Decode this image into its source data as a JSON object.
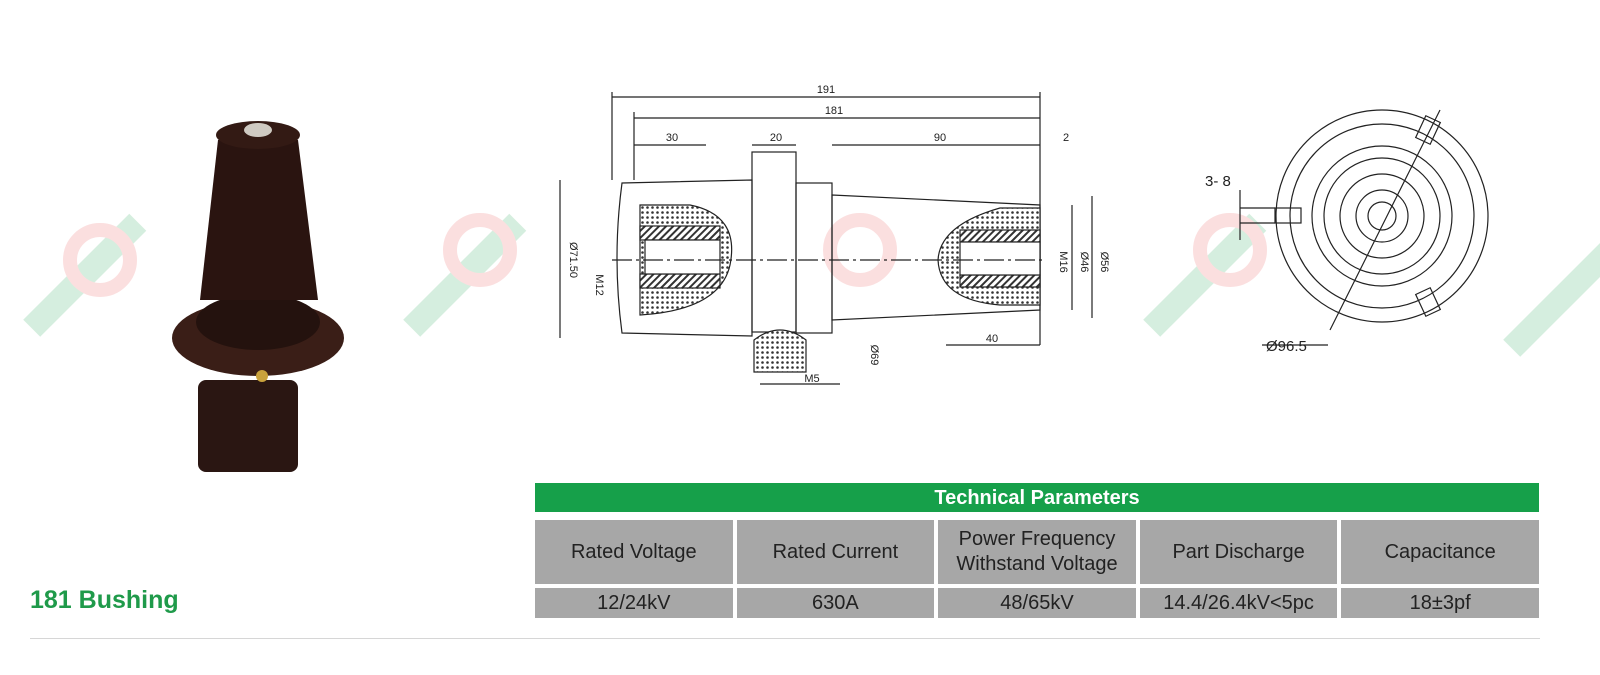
{
  "product": {
    "title": "181 Bushing"
  },
  "drawing": {
    "dimensions": {
      "overall_length": "191",
      "body_length": "181",
      "left_depth": "30",
      "flange_width": "20",
      "cone_length": "90",
      "tip_offset": "2",
      "left_diameter": "Ø71.50",
      "left_thread": "M12",
      "right_thread": "M16",
      "cone_tip_diameter": "Ø46",
      "cone_base_diameter": "Ø56",
      "flange_diameter": "Ø69",
      "insert_depth": "40",
      "ground_thread": "M5",
      "slot_size": "3- 8",
      "outer_diameter": "Ø96.5"
    }
  },
  "table": {
    "title": "Technical Parameters",
    "headers": [
      "Rated Voltage",
      "Rated Current",
      "Power Frequency\nWithstand Voltage",
      "Part Discharge",
      "Capacitance"
    ],
    "values": [
      "12/24kV",
      "630A",
      "48/65kV",
      "14.4/26.4kV<5pc",
      "18±3pf"
    ]
  },
  "colors": {
    "brand_green": "#16a04a",
    "title_green": "#1f9a4a",
    "cell_gray": "#a7a7a7"
  }
}
